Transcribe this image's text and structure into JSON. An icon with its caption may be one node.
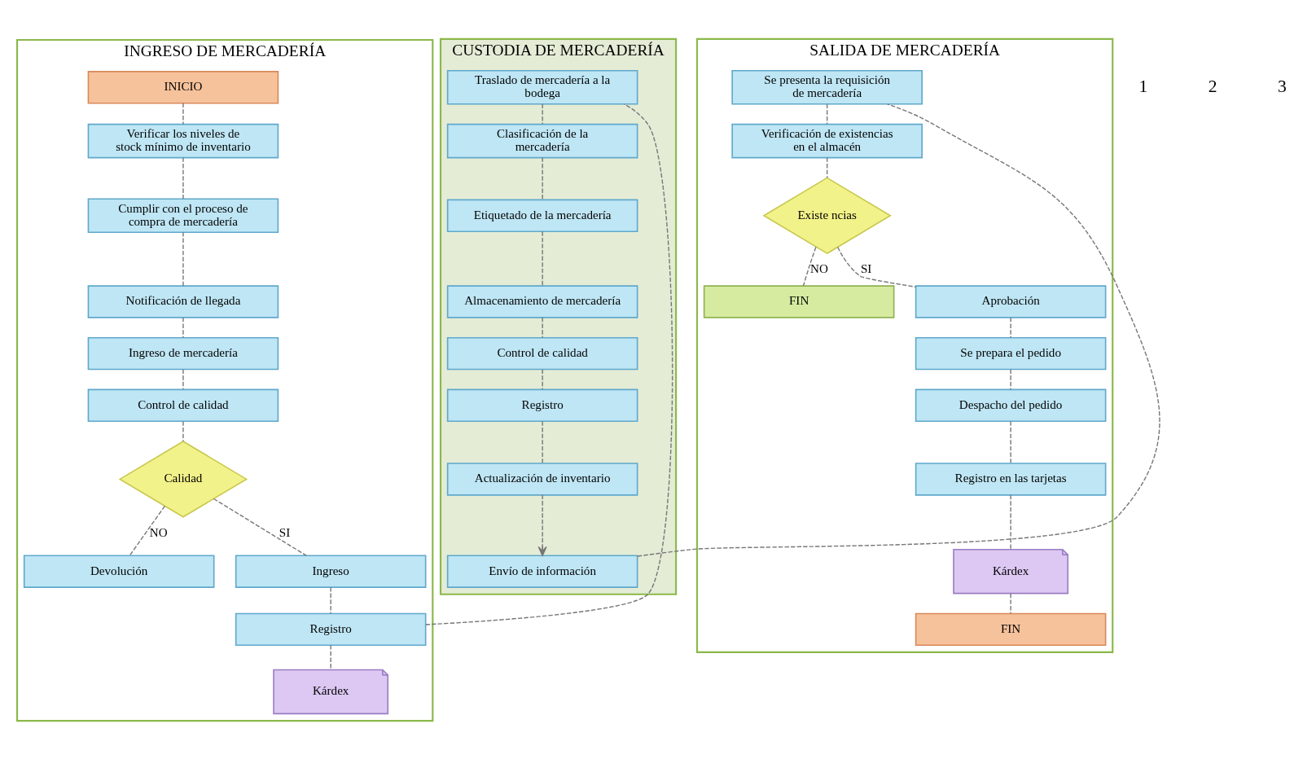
{
  "diagram": {
    "nodes": [
      {
        "text": [
          "INGRESO DE MERCADERÍA"
        ]
      },
      {
        "text": [
          "INICIO"
        ],
        "in": 0
      },
      {
        "text": [
          "Verificar los niveles de stock mínimo de inventario"
        ],
        "in": 0
      },
      {
        "text": [
          "Cumplir con el proceso de compra de mercadería"
        ],
        "in": 0
      },
      {
        "text": [
          "Notificación de llegada"
        ],
        "in": 0
      },
      {
        "text": [
          "Ingreso de mercadería"
        ],
        "in": 0
      },
      {
        "text": [
          "Control de calidad"
        ],
        "in": 0
      },
      {
        "text": [
          "Calidad"
        ],
        "in": 0
      },
      {
        "text": [
          "Devolución"
        ],
        "in": 0
      },
      {
        "text": [
          "Ingreso"
        ],
        "in": 0
      },
      {
        "text": [
          "Registro"
        ],
        "in": 0
      },
      {
        "text": [
          "Kárdex"
        ],
        "in": 0
      },
      {
        "text": [
          "CUSTODIA DE MERCADERÍA"
        ]
      },
      {
        "text": [
          "Traslado de mercadería a la bodega"
        ],
        "in": 12
      },
      {
        "text": [
          "Clasificación de la mercadería"
        ],
        "in": 12
      },
      {
        "text": [
          "Etiquetado de la mercadería"
        ],
        "in": 12
      },
      {
        "text": [
          "Almacenamiento de mercadería"
        ],
        "in": 12
      },
      {
        "text": [
          "Control de calidad"
        ],
        "in": 12
      },
      {
        "text": [
          "Registro"
        ],
        "in": 12
      },
      {
        "text": [
          "Actualización de inventario"
        ],
        "in": 12
      },
      {
        "text": [
          "Envío de información"
        ],
        "in": 12
      },
      {
        "text": [
          "SALIDA DE MERCADERÍA"
        ]
      },
      {
        "text": [
          "Se presenta la requisición de mercadería"
        ],
        "in": 21
      },
      {
        "text": [
          "Verificación de existencias en el almacén"
        ],
        "in": 21
      },
      {
        "text": [
          "Existe ncias"
        ],
        "in": 21
      },
      {
        "text": [
          "FIN"
        ],
        "in": 21
      },
      {
        "text": [
          "Aprobación"
        ],
        "in": 21
      },
      {
        "text": [
          "Se prepara el pedido"
        ],
        "in": 21
      },
      {
        "text": [
          "Despacho del pedido"
        ],
        "in": 21
      },
      {
        "text": [
          "Registro en las tarjetas"
        ],
        "in": 21
      },
      {
        "text": [
          "Kárdex"
        ],
        "in": 21
      },
      {
        "text": [
          "FIN"
        ],
        "in": 21
      }
    ],
    "edges": [
      {
        "from": 1,
        "to": 2,
        "arrow": "none",
        "style": "dashed"
      },
      {
        "from": 2,
        "to": 3,
        "arrow": "none",
        "style": "dashed"
      },
      {
        "from": 3,
        "to": 4,
        "arrow": "none",
        "style": "dashed"
      },
      {
        "from": 4,
        "to": 5,
        "arrow": "none",
        "style": "dashed"
      },
      {
        "from": 5,
        "to": 6,
        "arrow": "none",
        "style": "dashed"
      },
      {
        "from": 6,
        "to": 7,
        "arrow": "none",
        "style": "dashed"
      },
      {
        "from": 7,
        "to": 8,
        "arrow": "none",
        "style": "dashed",
        "label": "NO"
      },
      {
        "from": 7,
        "to": 9,
        "arrow": "none",
        "style": "dashed",
        "label": "SI"
      },
      {
        "from": 9,
        "to": 10,
        "arrow": "none",
        "style": "dashed"
      },
      {
        "from": 10,
        "to": 11,
        "arrow": "none",
        "style": "dashed"
      },
      {
        "from": 10,
        "to": 13,
        "arrow": "none",
        "style": "dashed"
      },
      {
        "from": 13,
        "to": 14,
        "arrow": "none",
        "style": "dashed"
      },
      {
        "from": 14,
        "to": 15,
        "arrow": "none",
        "style": "dashed"
      },
      {
        "from": 15,
        "to": 16,
        "arrow": "none",
        "style": "dashed"
      },
      {
        "from": 16,
        "to": 17,
        "arrow": "none",
        "style": "dashed"
      },
      {
        "from": 17,
        "to": 18,
        "arrow": "none",
        "style": "dashed"
      },
      {
        "from": 18,
        "to": 19,
        "arrow": "none",
        "style": "dashed"
      },
      {
        "from": 19,
        "to": 20,
        "arrow": "to",
        "style": "dashed"
      },
      {
        "from": 20,
        "to": 22,
        "arrow": "none",
        "style": "dashed"
      },
      {
        "from": 22,
        "to": 23,
        "arrow": "none",
        "style": "dashed"
      },
      {
        "from": 23,
        "to": 24,
        "arrow": "none",
        "style": "dashed"
      },
      {
        "from": 24,
        "to": 25,
        "arrow": "none",
        "style": "dashed",
        "label": "NO"
      },
      {
        "from": 24,
        "to": 26,
        "arrow": "none",
        "style": "dashed",
        "label": "SI"
      },
      {
        "from": 26,
        "to": 27,
        "arrow": "none",
        "style": "dashed"
      },
      {
        "from": 27,
        "to": 28,
        "arrow": "none",
        "style": "dashed"
      },
      {
        "from": 28,
        "to": 29,
        "arrow": "none",
        "style": "dashed"
      },
      {
        "from": 29,
        "to": 30,
        "arrow": "none",
        "style": "dashed"
      },
      {
        "from": 30,
        "to": 31,
        "arrow": "none",
        "style": "dashed"
      }
    ],
    "labels": [
      "1",
      "2",
      "3"
    ]
  }
}
